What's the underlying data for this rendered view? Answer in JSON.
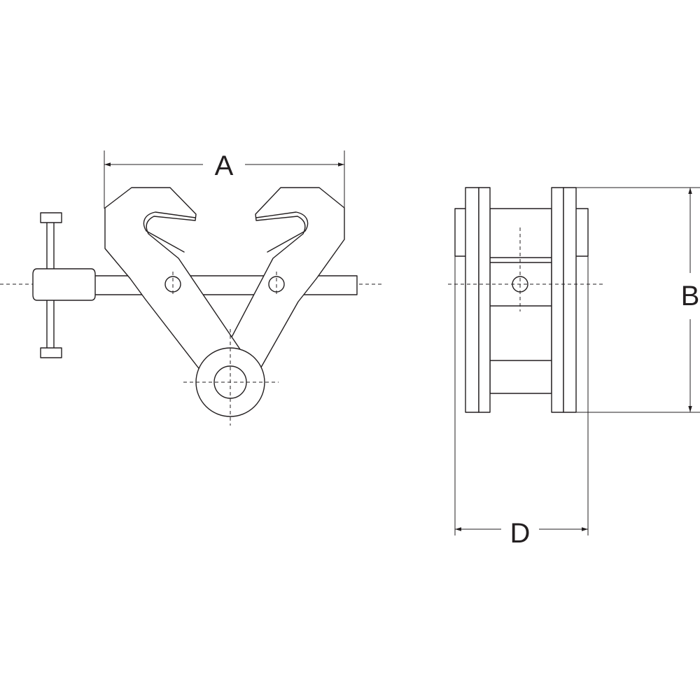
{
  "dimensions": {
    "a": "A",
    "b": "B",
    "d": "D"
  },
  "colors": {
    "line": "#231f20",
    "background": "#ffffff"
  }
}
